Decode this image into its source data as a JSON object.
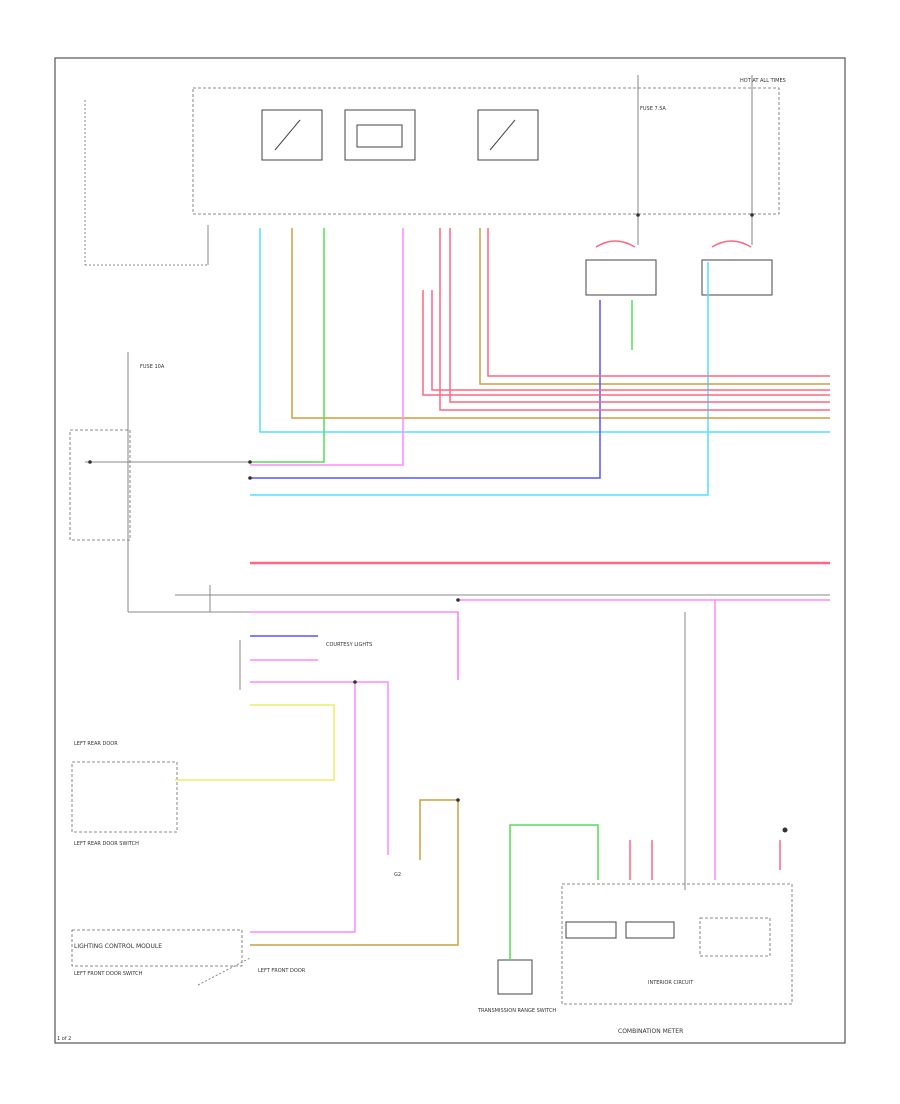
{
  "diagram": {
    "page_label": "1 of 2",
    "colors": {
      "red": "#ff6680",
      "pink": "#ff88ff",
      "blue": "#5555ff",
      "cyan": "#55ddff",
      "green": "#55dd55",
      "olive": "#c8a040",
      "yellow": "#eeee66",
      "gray": "#888888"
    },
    "labels": {
      "left_module_bottom": "LIGHTING CONTROL MODULE",
      "combination_meter": "COMBINATION METER",
      "interior_circuit": "INTERIOR CIRCUIT",
      "transmission": "TRANSMISSION RANGE SWITCH",
      "front_door_switch": "LEFT FRONT DOOR SWITCH",
      "rear_door_switch": "LEFT REAR DOOR SWITCH",
      "left_front_door": "LEFT FRONT DOOR",
      "left_rear_door": "LEFT REAR DOOR",
      "courtesy": "COURTESY LIGHTS",
      "ground": "G2",
      "fuse_left": "FUSE 10A",
      "fuse_right": "FUSE 7.5A",
      "hot_at_all": "HOT AT ALL TIMES"
    }
  }
}
